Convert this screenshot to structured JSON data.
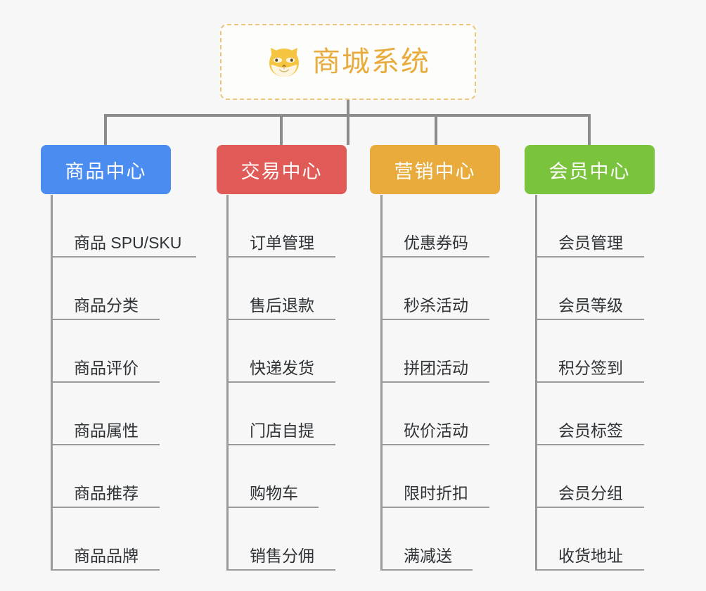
{
  "diagram": {
    "type": "org-tree",
    "background_color": "#f7f7f7",
    "root": {
      "title": "商城系统",
      "icon": "shiba-dog-icon",
      "text_color": "#e8ab3c",
      "border_color": "#f0c678",
      "background_color": "#fdfdfb"
    },
    "branches": [
      {
        "label": "商品中心",
        "color": "#4a8cf0",
        "children": [
          "商品 SPU/SKU",
          "商品分类",
          "商品评价",
          "商品属性",
          "商品推荐",
          "商品品牌"
        ]
      },
      {
        "label": "交易中心",
        "color": "#e05b57",
        "children": [
          "订单管理",
          "售后退款",
          "快递发货",
          "门店自提",
          "购物车",
          "销售分佣"
        ]
      },
      {
        "label": "营销中心",
        "color": "#e8ab3c",
        "children": [
          "优惠券码",
          "秒杀活动",
          "拼团活动",
          "砍价活动",
          "限时折扣",
          "满减送"
        ]
      },
      {
        "label": "会员中心",
        "color": "#79c43c",
        "children": [
          "会员管理",
          "会员等级",
          "积分签到",
          "会员标签",
          "会员分组",
          "收货地址"
        ]
      }
    ],
    "connector_color": "#8c8c8c",
    "leaf_line_color": "#9a9a9a",
    "leaf_text_color": "#2f3336"
  }
}
